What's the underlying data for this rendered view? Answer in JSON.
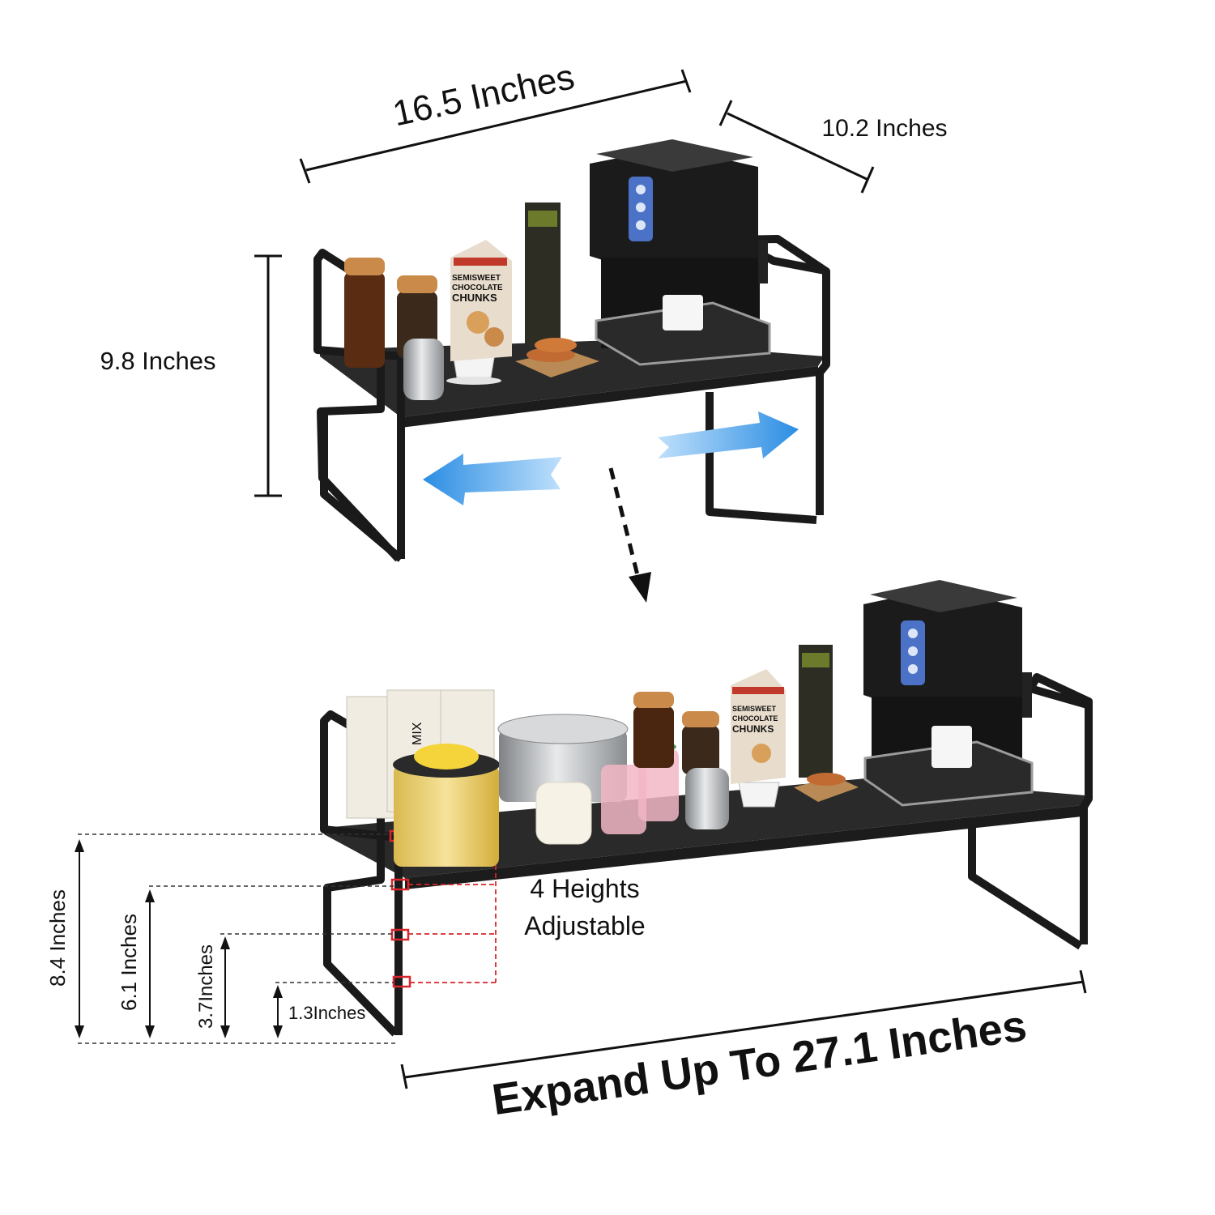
{
  "top_shelf": {
    "width_label": "16.5 Inches",
    "depth_label": "10.2 Inches",
    "height_label": "9.8 Inches",
    "box_text_1": "SEMISWEET",
    "box_text_2": "CHOCOLATE",
    "box_text_3": "CHUNKS"
  },
  "bottom_shelf": {
    "expand_label": "Expand Up To 27.1 Inches",
    "heights_title_line1": "4 Heights",
    "heights_title_line2": "Adjustable",
    "height_levels": [
      "8.4 Inches",
      "6.1 Inches",
      "3.7Inches",
      "1.3Inches"
    ],
    "mix_label": "MIX",
    "box_text_1": "SEMISWEET",
    "box_text_2": "CHOCOLATE",
    "box_text_3": "CHUNKS"
  },
  "colors": {
    "arrow_blue": "#3a98e8",
    "marker_red": "#d8262b",
    "frame_black": "#1a1a1a"
  }
}
